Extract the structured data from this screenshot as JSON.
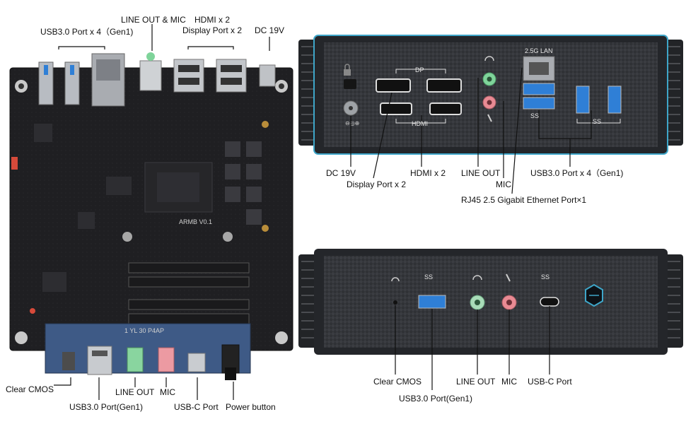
{
  "board": {
    "labels": {
      "usb_top": "USB3.0 Port x 4（Gen1)",
      "line_out_mic": "LINE OUT & MIC",
      "hdmi": "HDMI x 2",
      "dp": "Display Port x 2",
      "dc": "DC 19V",
      "clear_cmos": "Clear CMOS",
      "usb_front": "USB3.0 Port(Gen1)",
      "line_out": "LINE OUT",
      "mic": "MIC",
      "usbc": "USB-C Port",
      "power": "Power button"
    },
    "silk": "ARMB V0.1",
    "silk2": "1 YL 30 P4AP"
  },
  "rear": {
    "lan_badge": "2.5G LAN",
    "dp_badge": "DP",
    "hdmi_badge": "HDMI",
    "ss_badge_left": "SS",
    "ss_badge_right": "SS",
    "labels": {
      "dc": "DC 19V",
      "dp": "Display Port x 2",
      "hdmi": "HDMI x 2",
      "line_out": "LINE OUT",
      "mic": "MIC",
      "usb": "USB3.0 Port x 4（Gen1)",
      "rj45": "RJ45  2.5 Gigabit Ethernet Port×1"
    }
  },
  "front": {
    "ss_usb": "SS",
    "ss_c": "SS",
    "labels": {
      "clear_cmos": "Clear CMOS",
      "usb": "USB3.0 Port(Gen1)",
      "line_out": "LINE OUT",
      "mic": "MIC",
      "usbc": "USB-C Port"
    }
  },
  "colors": {
    "board": "#1c1c1e",
    "chassis": "#2a2c30",
    "carbon": "#3a3c40",
    "usb_blue": "#2f7fd6",
    "jack_green": "#7fd49a",
    "jack_pink": "#e98a93",
    "accent_ring": "#3ea6c9"
  }
}
